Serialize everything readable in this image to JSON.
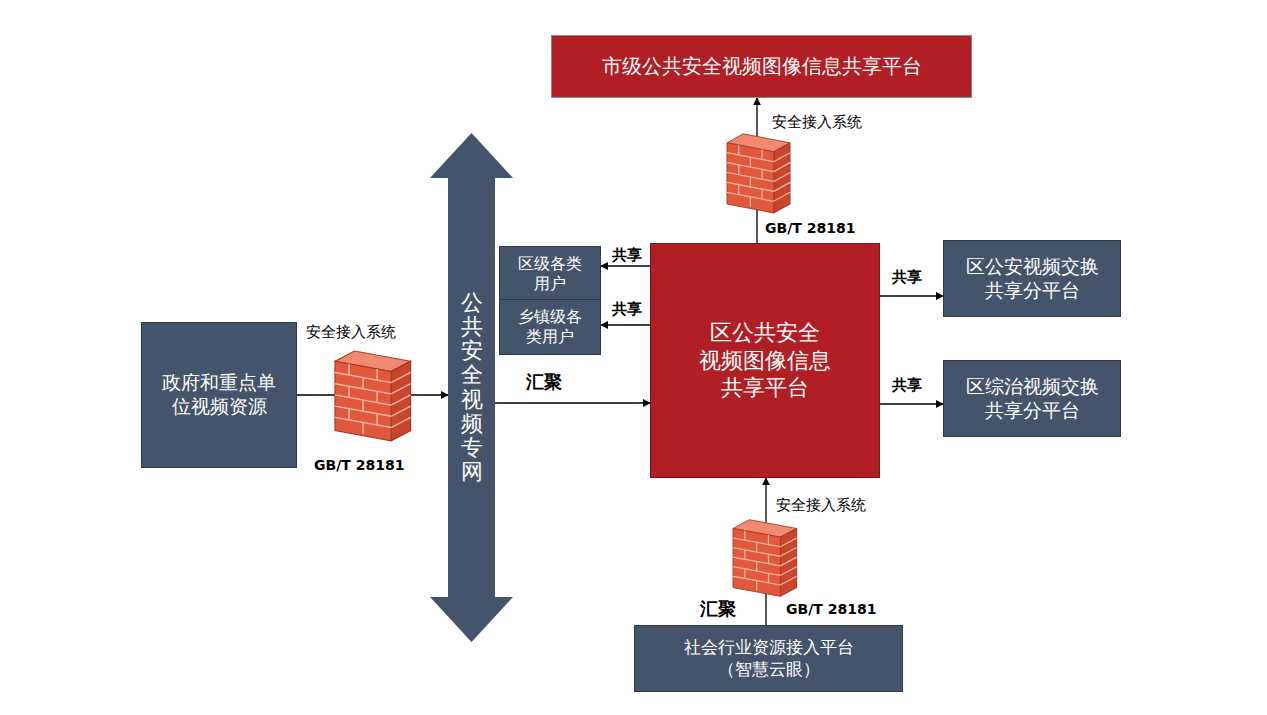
{
  "diagram": {
    "nodes": [
      {
        "text": [
          "市级公共安全视频图像信息共享平台"
        ]
      },
      {
        "text": [
          "政府和重点单 位视频资源"
        ]
      },
      {
        "text": [
          "公共安全视频专网"
        ]
      },
      {
        "text": [
          "区级各类 用户"
        ]
      },
      {
        "text": [
          "乡镇级各 类用户"
        ]
      },
      {
        "text": [
          "区公共安全 视频图像信息 共享平台"
        ]
      },
      {
        "text": [
          "区公安视频交换 共享分平台"
        ]
      },
      {
        "text": [
          "区综治视频交换 共享分平台"
        ]
      },
      {
        "text": [
          "社会行业资源接入平台 （智慧云眼）"
        ]
      }
    ],
    "edges": [
      {
        "from": 1,
        "to": 2,
        "arrow": "to"
      },
      {
        "from": 2,
        "to": 5,
        "label": "汇聚",
        "arrow": "to"
      },
      {
        "from": 5,
        "to": 3,
        "label": "共享",
        "arrow": "to"
      },
      {
        "from": 5,
        "to": 4,
        "label": "共享",
        "arrow": "to"
      },
      {
        "from": 5,
        "to": 6,
        "label": "共享",
        "arrow": "to"
      },
      {
        "from": 5,
        "to": 7,
        "label": "共享",
        "arrow": "to"
      },
      {
        "from": 5,
        "to": 0,
        "arrow": "to"
      },
      {
        "from": 8,
        "to": 5,
        "label": "汇聚",
        "arrow": "to"
      }
    ],
    "labels": [
      "安全接入系统",
      "GB/T 28181",
      "安全接入系统",
      "GB/T 28181",
      "安全接入系统",
      "GB/T 28181"
    ]
  }
}
